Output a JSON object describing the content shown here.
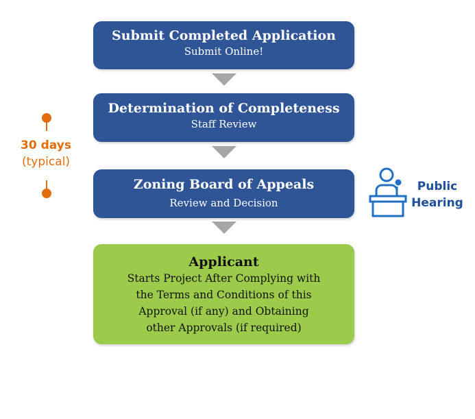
{
  "steps": [
    {
      "title": "Submit Completed Application",
      "subtitle": "Submit Online!"
    },
    {
      "title": "Determination of Completeness",
      "subtitle": "Staff Review"
    },
    {
      "title": "Zoning Board of Appeals",
      "subtitle": "Review and Decision"
    },
    {
      "title": "Applicant",
      "lines": [
        "Starts Project After Complying with",
        "the Terms and Conditions of this",
        "Approval (if any) and Obtaining",
        "other Approvals (if required)"
      ]
    }
  ],
  "timeline": {
    "duration": "30 days",
    "note": "(typical)"
  },
  "public_hearing": {
    "line1": "Public",
    "line2": "Hearing",
    "icon": "podium-speaker-icon"
  },
  "colors": {
    "step_blue": "#2f5597",
    "step_green": "#9ccb4c",
    "arrow_gray": "#a6a6a6",
    "timeline_orange": "#e46c0a",
    "hearing_blue": "#1f4e9b"
  }
}
